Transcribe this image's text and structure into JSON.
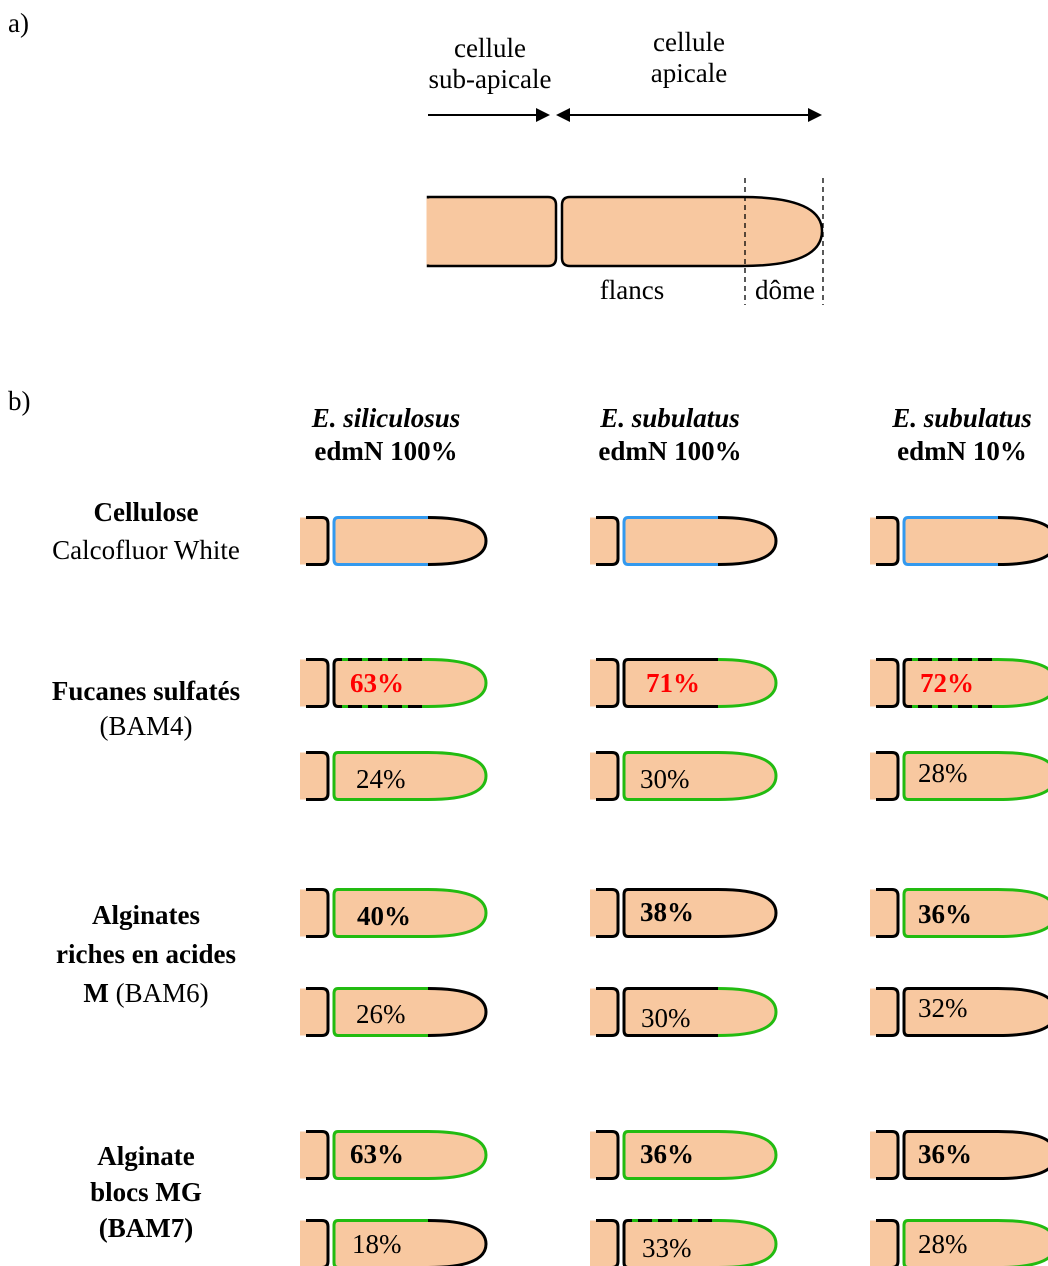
{
  "panel_a": {
    "label": "a)",
    "subapical_label": [
      "cellule",
      "sub-apicale"
    ],
    "apical_label": [
      "cellule",
      "apicale"
    ],
    "flanks_label": "flancs",
    "dome_label": "dôme"
  },
  "panel_b": {
    "label": "b)",
    "columns": [
      {
        "species": "E. siliculosus",
        "medium": "edmN 100%"
      },
      {
        "species": "E. subulatus",
        "medium": "edmN 100%"
      },
      {
        "species": "E. subulatus",
        "medium": "edmN 10%"
      }
    ],
    "rows": [
      {
        "name": "Cellulose",
        "detail": "Calcofluor White"
      },
      {
        "name": "Fucanes sulfatés",
        "detail": "(BAM4)"
      },
      {
        "name_lines": [
          "Alginates",
          "riches en acides"
        ],
        "name_tail": "M",
        "detail": "(BAM6)"
      },
      {
        "name_lines": [
          "Alginate",
          "blocs MG",
          "(BAM7)"
        ]
      }
    ],
    "cellulose_values": [
      "",
      "",
      ""
    ],
    "values": {
      "fucanes": [
        [
          "63%",
          "24%"
        ],
        [
          "71%",
          "30%"
        ],
        [
          "72%",
          "28%"
        ]
      ],
      "alginates_m": [
        [
          "40%",
          "26%"
        ],
        [
          "38%",
          "30%"
        ],
        [
          "36%",
          "32%"
        ]
      ],
      "alginate_mg": [
        [
          "63%",
          "18%"
        ],
        [
          "36%",
          "33%"
        ],
        [
          "36%",
          "28%"
        ]
      ]
    }
  },
  "colors": {
    "cell_fill": "#f8c8a0",
    "cellulose_stain": "#3399ee",
    "bam_stain": "#22bb11",
    "highlight_text": "#ff0000",
    "outline": "#000000"
  }
}
